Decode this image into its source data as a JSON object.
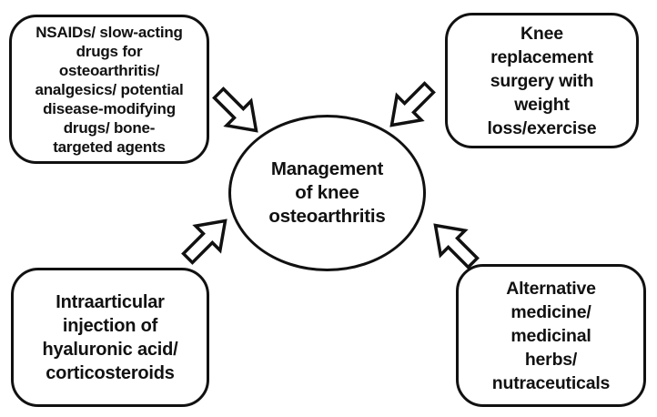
{
  "diagram_title": "Management of knee osteoarthritis",
  "colors": {
    "background": "#ffffff",
    "outline": "#111111",
    "text": "#111111",
    "shape_fill": "#ffffff"
  },
  "center": {
    "label": "Management\nof knee\nosteoarthritis"
  },
  "boxes": [
    {
      "id": "drug-therapies",
      "position": "top-left",
      "label": "NSAIDs/ slow-acting\ndrugs for\nosteoarthritis/\nanalgesics/ potential\ndisease-modifying\ndrugs/ bone-\ntargeted agents"
    },
    {
      "id": "surgery",
      "position": "top-right",
      "label": "Knee\nreplacement\nsurgery with\nweight\nloss/exercise"
    },
    {
      "id": "injections",
      "position": "bottom-left",
      "label": "Intraarticular\ninjection of\nhyaluronic acid/\ncorticosteroids"
    },
    {
      "id": "alternative-medicine",
      "position": "bottom-right",
      "label": "Alternative\nmedicine/\nmedicinal\nherbs/\nnutraceuticals"
    }
  ],
  "arrows": [
    {
      "id": "arrow-top-left",
      "direction": "points down-right toward center"
    },
    {
      "id": "arrow-top-right",
      "direction": "points down-left toward center"
    },
    {
      "id": "arrow-bottom-left",
      "direction": "points up-right toward center"
    },
    {
      "id": "arrow-bottom-right",
      "direction": "points up-left toward center"
    }
  ]
}
